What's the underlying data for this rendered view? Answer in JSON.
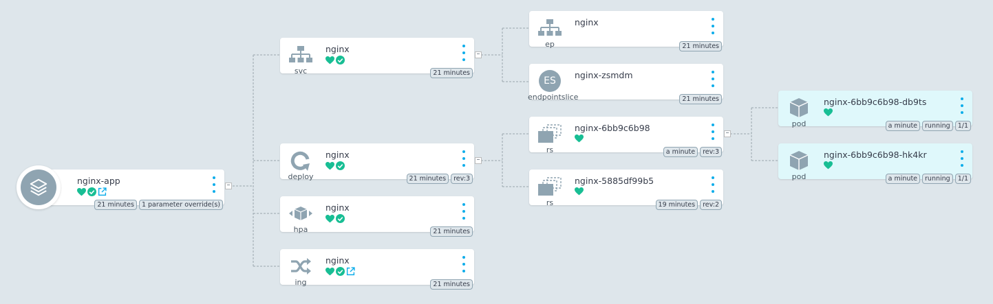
{
  "app": {
    "name": "nginx-app",
    "tags": [
      "21 minutes",
      "1 parameter override(s)"
    ]
  },
  "nodes": {
    "svc": {
      "name": "nginx",
      "kind": "svc",
      "tags": [
        "21 minutes"
      ]
    },
    "deploy": {
      "name": "nginx",
      "kind": "deploy",
      "tags": [
        "21 minutes",
        "rev:3"
      ]
    },
    "hpa": {
      "name": "nginx",
      "kind": "hpa",
      "tags": [
        "21 minutes"
      ]
    },
    "ing": {
      "name": "nginx",
      "kind": "ing",
      "tags": [
        "21 minutes"
      ]
    },
    "ep": {
      "name": "nginx",
      "kind": "ep",
      "tags": [
        "21 minutes"
      ]
    },
    "endpointslice": {
      "name": "nginx-zsmdm",
      "kind": "endpointslice",
      "badge": "ES",
      "tags": [
        "21 minutes"
      ]
    },
    "rs1": {
      "name": "nginx-6bb9c6b98",
      "kind": "rs",
      "tags": [
        "a minute",
        "rev:3"
      ]
    },
    "rs2": {
      "name": "nginx-5885df99b5",
      "kind": "rs",
      "tags": [
        "19 minutes",
        "rev:2"
      ]
    },
    "pod1": {
      "name": "nginx-6bb9c6b98-db9ts",
      "kind": "pod",
      "tags": [
        "a minute",
        "running",
        "1/1"
      ]
    },
    "pod2": {
      "name": "nginx-6bb9c6b98-hk4kr",
      "kind": "pod",
      "tags": [
        "a minute",
        "running",
        "1/1"
      ]
    }
  },
  "collapse_symbol": "–",
  "colors": {
    "healthy": "#18be94",
    "accent": "#0dadea",
    "icon": "#8fa4b1",
    "background": "#dee6eb",
    "pod_bg": "#dff8fb"
  },
  "icons": {
    "app": "layers-icon",
    "svc": "network-icon",
    "deploy": "sync-icon",
    "hpa": "cube-arrows-icon",
    "ing": "shuffle-icon",
    "ep": "network-icon",
    "rs": "copy-icon",
    "pod": "cube-icon",
    "health": "heart-icon",
    "sync": "check-circle-icon",
    "link": "external-link-icon"
  }
}
